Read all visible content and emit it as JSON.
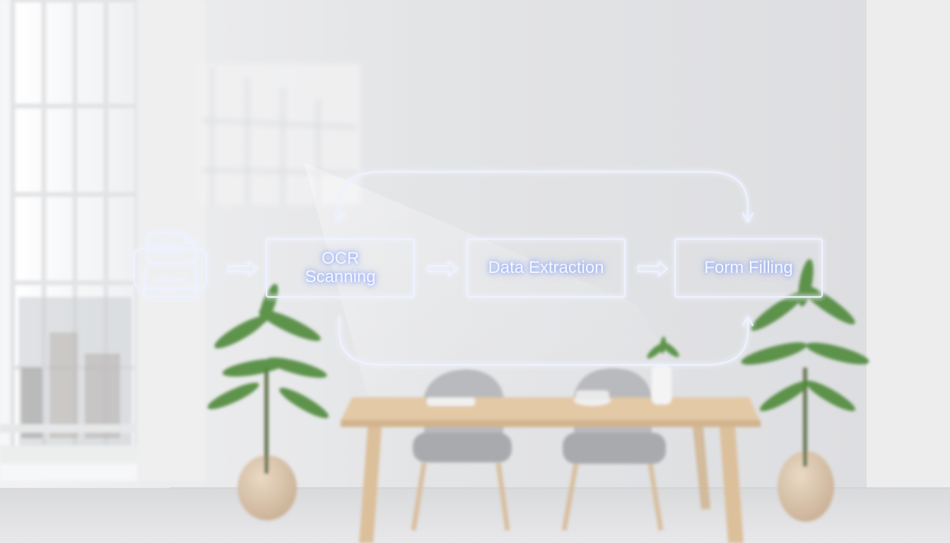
{
  "diagram": {
    "nodes": [
      {
        "id": "ocr",
        "label": "OCR\nScanning"
      },
      {
        "id": "extract",
        "label": "Data Extraction"
      },
      {
        "id": "form",
        "label": "Form Filling"
      }
    ],
    "edges": [
      {
        "from": "scanner",
        "to": "ocr"
      },
      {
        "from": "ocr",
        "to": "extract"
      },
      {
        "from": "extract",
        "to": "form"
      },
      {
        "from": "ocr",
        "to": "form",
        "route": "bottom-loop"
      },
      {
        "from": "form",
        "to": "ocr",
        "route": "top-loop"
      }
    ],
    "icons": [
      "scanner-document-icon"
    ],
    "colors": {
      "glow": "#9fb3ff",
      "line": "#eef2ff",
      "wall": "#e4e5e8",
      "table": "#e3c9a6",
      "plant": "#4f8a3c"
    }
  }
}
